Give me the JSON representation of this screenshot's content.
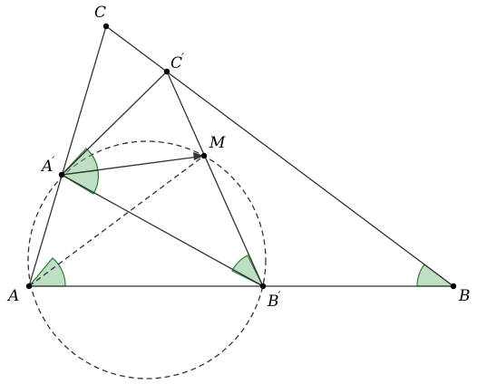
{
  "points": [
    {
      "id": "A",
      "label": "A",
      "prime": false
    },
    {
      "id": "B",
      "label": "B",
      "prime": false
    },
    {
      "id": "C",
      "label": "C",
      "prime": false
    },
    {
      "id": "Ap",
      "label": "A",
      "prime": true
    },
    {
      "id": "Bp",
      "label": "B",
      "prime": true
    },
    {
      "id": "Cp",
      "label": "C",
      "prime": true
    },
    {
      "id": "M",
      "label": "M",
      "prime": false
    }
  ],
  "prime_mark": "′",
  "colors": {
    "angle_fill": "#7fbf8a",
    "angle_stroke": "#2e7d32",
    "line": "#333333"
  }
}
